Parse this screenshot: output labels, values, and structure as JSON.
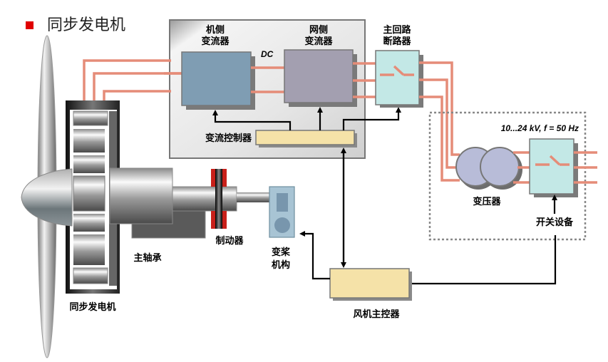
{
  "title": {
    "bullet_color": "#e00000",
    "text": "同步发电机"
  },
  "colors": {
    "power_line": "#e58c78",
    "machine_converter": "#7f9db3",
    "grid_converter": "#a39fb0",
    "breaker": "#c3e8e6",
    "controller": "#f5e2a8",
    "transformer": "#b8bcd8",
    "brake": "#c8201a",
    "pitch": "#a8c4d4"
  },
  "labels": {
    "machine_side_converter": [
      "机侧",
      "变流器"
    ],
    "grid_side_converter": [
      "网侧",
      "变流器"
    ],
    "dc_link": "DC",
    "main_breaker": [
      "主回路",
      "断路器"
    ],
    "converter_controller": "变流控制器",
    "grid_spec": "10...24 kV, f = 50 Hz",
    "transformer": "变压器",
    "switchgear": "开关设备",
    "brake": "制动器",
    "pitch_mechanism": [
      "变桨",
      "机构"
    ],
    "main_bearing": "主轴承",
    "generator": "同步发电机",
    "turbine_controller": "风机主控器"
  }
}
